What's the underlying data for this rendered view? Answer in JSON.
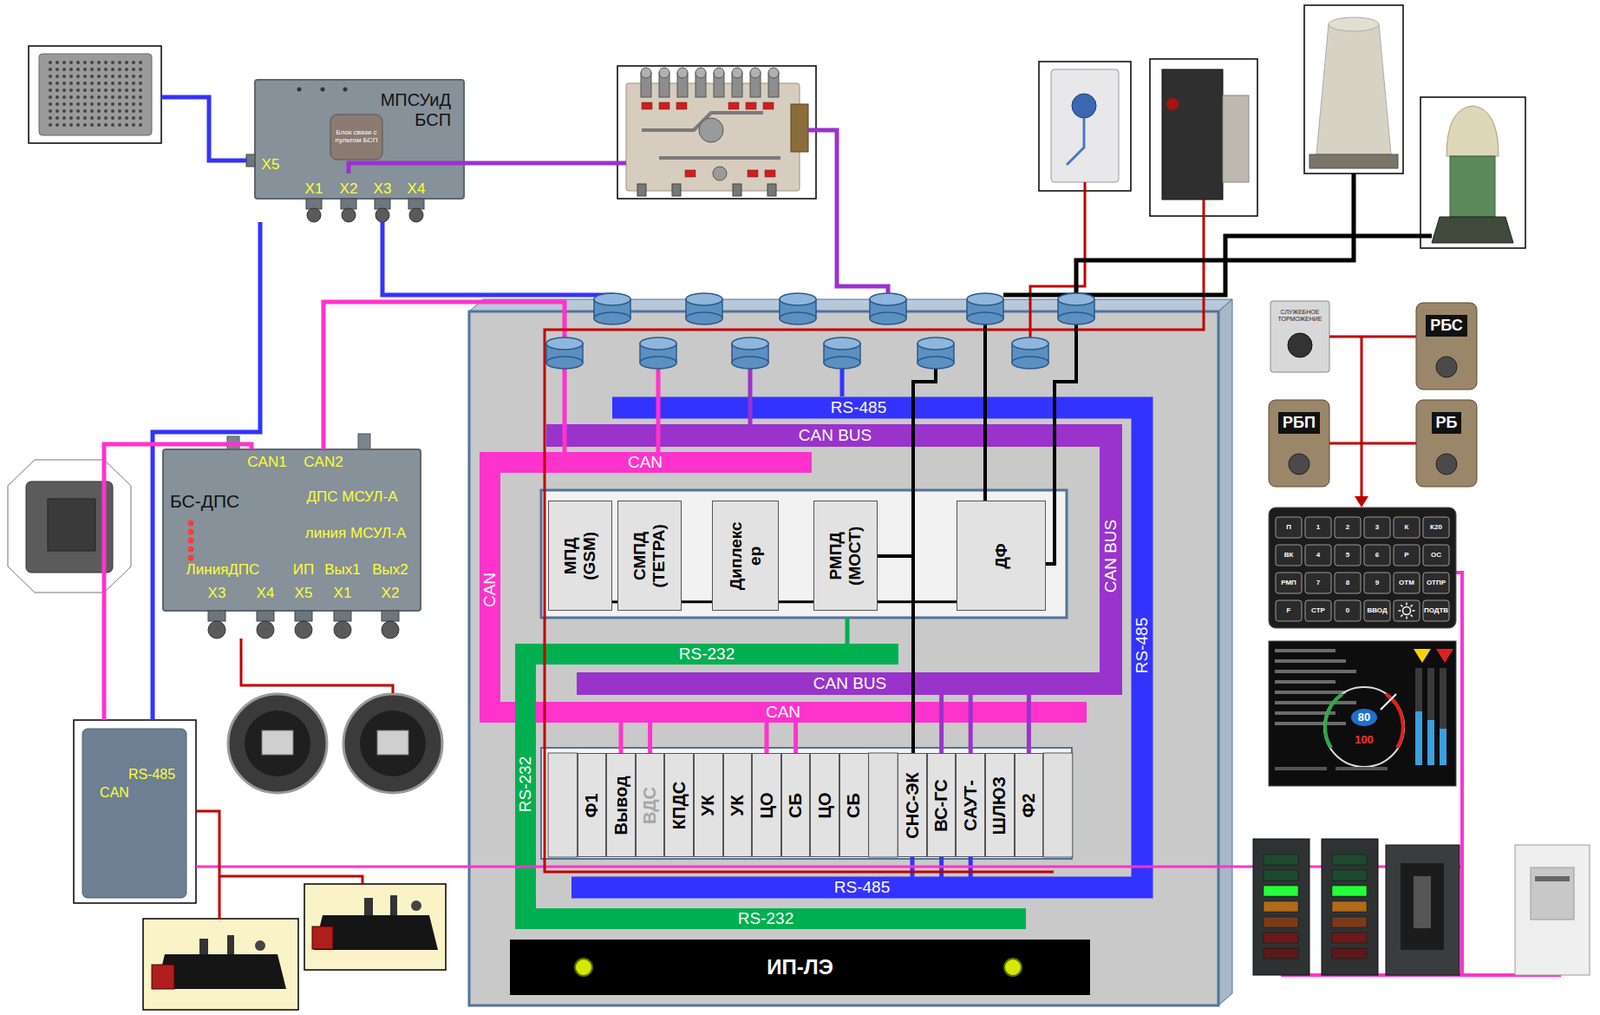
{
  "diagram": {
    "nodes": [
      {
        "text": [
          "МПСУиД БСП"
        ]
      },
      {
        "text": [
          "БС-ДПС"
        ]
      },
      {
        "text": [
          "МПД (GSM)"
        ]
      },
      {
        "text": [
          "СМПД (ТЕТРА)"
        ]
      },
      {
        "text": [
          "Диплекс ер"
        ]
      },
      {
        "text": [
          "РМПД (МОСТ)"
        ]
      },
      {
        "text": [
          "ДФ"
        ]
      },
      {
        "text": [
          "Ф1"
        ]
      },
      {
        "text": [
          "Вывод"
        ]
      },
      {
        "text": [
          "ВДС"
        ]
      },
      {
        "text": [
          "КПДС"
        ]
      },
      {
        "text": [
          "УК"
        ]
      },
      {
        "text": [
          "УК"
        ]
      },
      {
        "text": [
          "ЦО"
        ]
      },
      {
        "text": [
          "СБ"
        ]
      },
      {
        "text": [
          "ЦО"
        ]
      },
      {
        "text": [
          "СБ"
        ]
      },
      {
        "text": [
          "СНС-ЭК"
        ]
      },
      {
        "text": [
          "ВС-ГС"
        ]
      },
      {
        "text": [
          "САУТ-"
        ]
      },
      {
        "text": [
          "ШЛЮЗ"
        ]
      },
      {
        "text": [
          "Ф2"
        ]
      },
      {
        "text": [
          "ИП-ЛЭ"
        ]
      },
      {
        "text": [
          "РБС"
        ]
      },
      {
        "text": [
          "РБП"
        ]
      },
      {
        "text": [
          "РБ"
        ]
      }
    ],
    "edges": [
      {
        "from": 2,
        "to": 3,
        "arrow": "none"
      },
      {
        "from": 3,
        "to": 4,
        "arrow": "none"
      },
      {
        "from": 4,
        "to": 5,
        "arrow": "none"
      },
      {
        "from": 5,
        "to": 6,
        "arrow": "none"
      },
      {
        "from": 24,
        "to": 25,
        "arrow": "none"
      }
    ],
    "labels": [
      "X5",
      "X1",
      "X2",
      "X3",
      "X4",
      "Блок связи с пультом БСП",
      "CAN1",
      "CAN2",
      "ДПС МСУЛ-А",
      "линия МСУЛ-А",
      "ЛинияДПС",
      "ИП",
      "Вых1",
      "Вых2",
      "X3",
      "X4",
      "X5",
      "X1",
      "X2",
      "RS-485",
      "CAN",
      "RS-485",
      "CAN BUS",
      "CAN",
      "CAN",
      "CAN BUS",
      "RS-485",
      "RS-232",
      "CAN BUS",
      "CAN",
      "RS-232",
      "RS-485",
      "RS-232",
      "СЛУЖЕБНОЕ ТОРМОЖЕНИЕ",
      "П",
      "1",
      "2",
      "3",
      "К",
      "К20",
      "ВК",
      "4",
      "5",
      "6",
      "Р",
      "ОС",
      "РМП",
      "7",
      "8",
      "9",
      "ОТМ",
      "ОТПР",
      "F",
      "СТР",
      "0",
      "ВВОД",
      "ПОДТВ",
      "80",
      "100"
    ]
  }
}
